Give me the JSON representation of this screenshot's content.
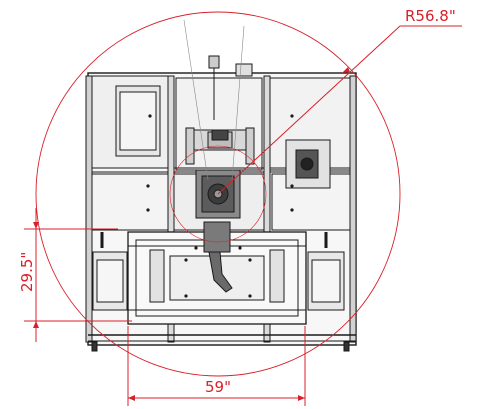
{
  "dimensions": {
    "radius_label": "R56.8\"",
    "height_label": "29.5\"",
    "width_label": "59\""
  },
  "colors": {
    "dimension": "#d9202a",
    "linework": "#1a1a1a",
    "fill_light": "#f4f4f4",
    "fill_mid": "#d9d9d9"
  }
}
